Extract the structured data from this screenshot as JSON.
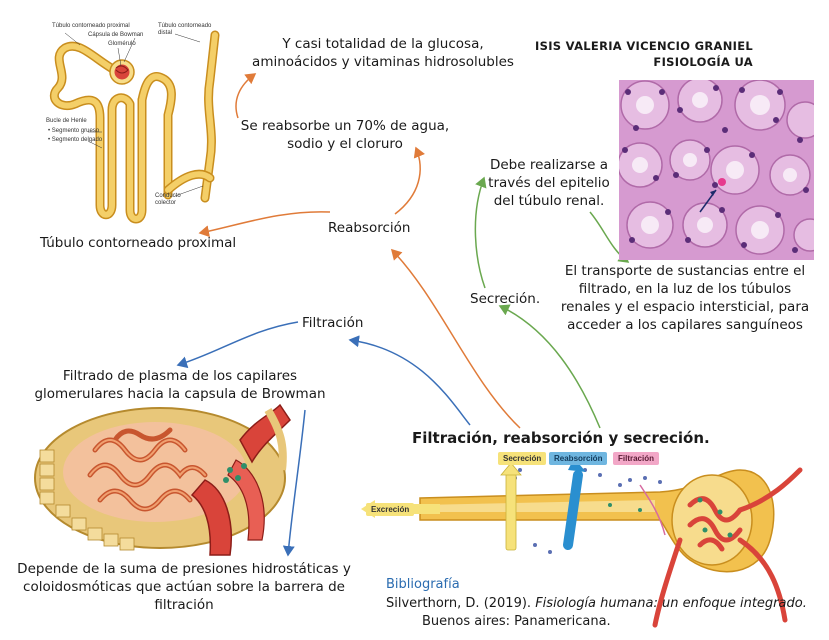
{
  "author": {
    "name": "ISIS VALERIA VICENCIO GRANIEL",
    "subject": "FISIOLOGÍA UA"
  },
  "central": "Filtración, reabsorción y secreción.",
  "nodes": {
    "reabsorcion": "Reabsorción",
    "filtracion": "Filtración",
    "secrecion": "Secreción.",
    "tubulo_proximal": "Túbulo contorneado proximal",
    "reabsorbe_agua": [
      "Se reabsorbe un 70% de agua,",
      "sodio y el cloruro"
    ],
    "glucosa": [
      "Y casi totalidad de la glucosa,",
      "aminoácidos y vitaminas hidrosolubles"
    ],
    "filtrado_plasma": [
      "Filtrado de plasma de los capilares",
      "glomerulares hacia la capsula de Browman"
    ],
    "presiones": [
      "Depende de la suma de presiones hidrostáticas y",
      "coloidosmóticas que actúan sobre la barrera de",
      "filtración"
    ],
    "epitelio": [
      "Debe realizarse a",
      "través del epitelio",
      "del túbulo renal."
    ],
    "transporte": [
      "El transporte de sustancias entre el",
      "filtrado, en la luz de los túbulos",
      "renales y el espacio intersticial, para",
      "acceder a los capilares sanguíneos"
    ]
  },
  "bibliography": {
    "title": "Bibliografía",
    "line1_author": "Silverthorn, D. (2019). ",
    "line1_title": "Fisiología humana: un enfoque integrado.",
    "line2": "Buenos aires: Panamericana."
  },
  "nephron_labels": {
    "proximal": "Túbulo contorneado proximal",
    "bowman": "Cápsula de Bowman",
    "glomerulo": "Glomérulo",
    "distal": [
      "Túbulo contorneado",
      "distal"
    ],
    "henle": "Bucle de Henle",
    "grueso": "• Segmento grueso",
    "delgado": "• Segmento delgado",
    "colector": [
      "Conducto",
      "colector"
    ]
  },
  "process_legend": {
    "secrecion": "Secreción",
    "reabsorcion": "Reabsorción",
    "filtracion": "Filtración",
    "excrecion": "Excreción"
  },
  "colors": {
    "orange_arrow": "#e07b39",
    "blue_arrow": "#3a6fb8",
    "green_arrow": "#6aa84f",
    "tubule": "#f2c14e",
    "vessel": "#d9443a"
  }
}
